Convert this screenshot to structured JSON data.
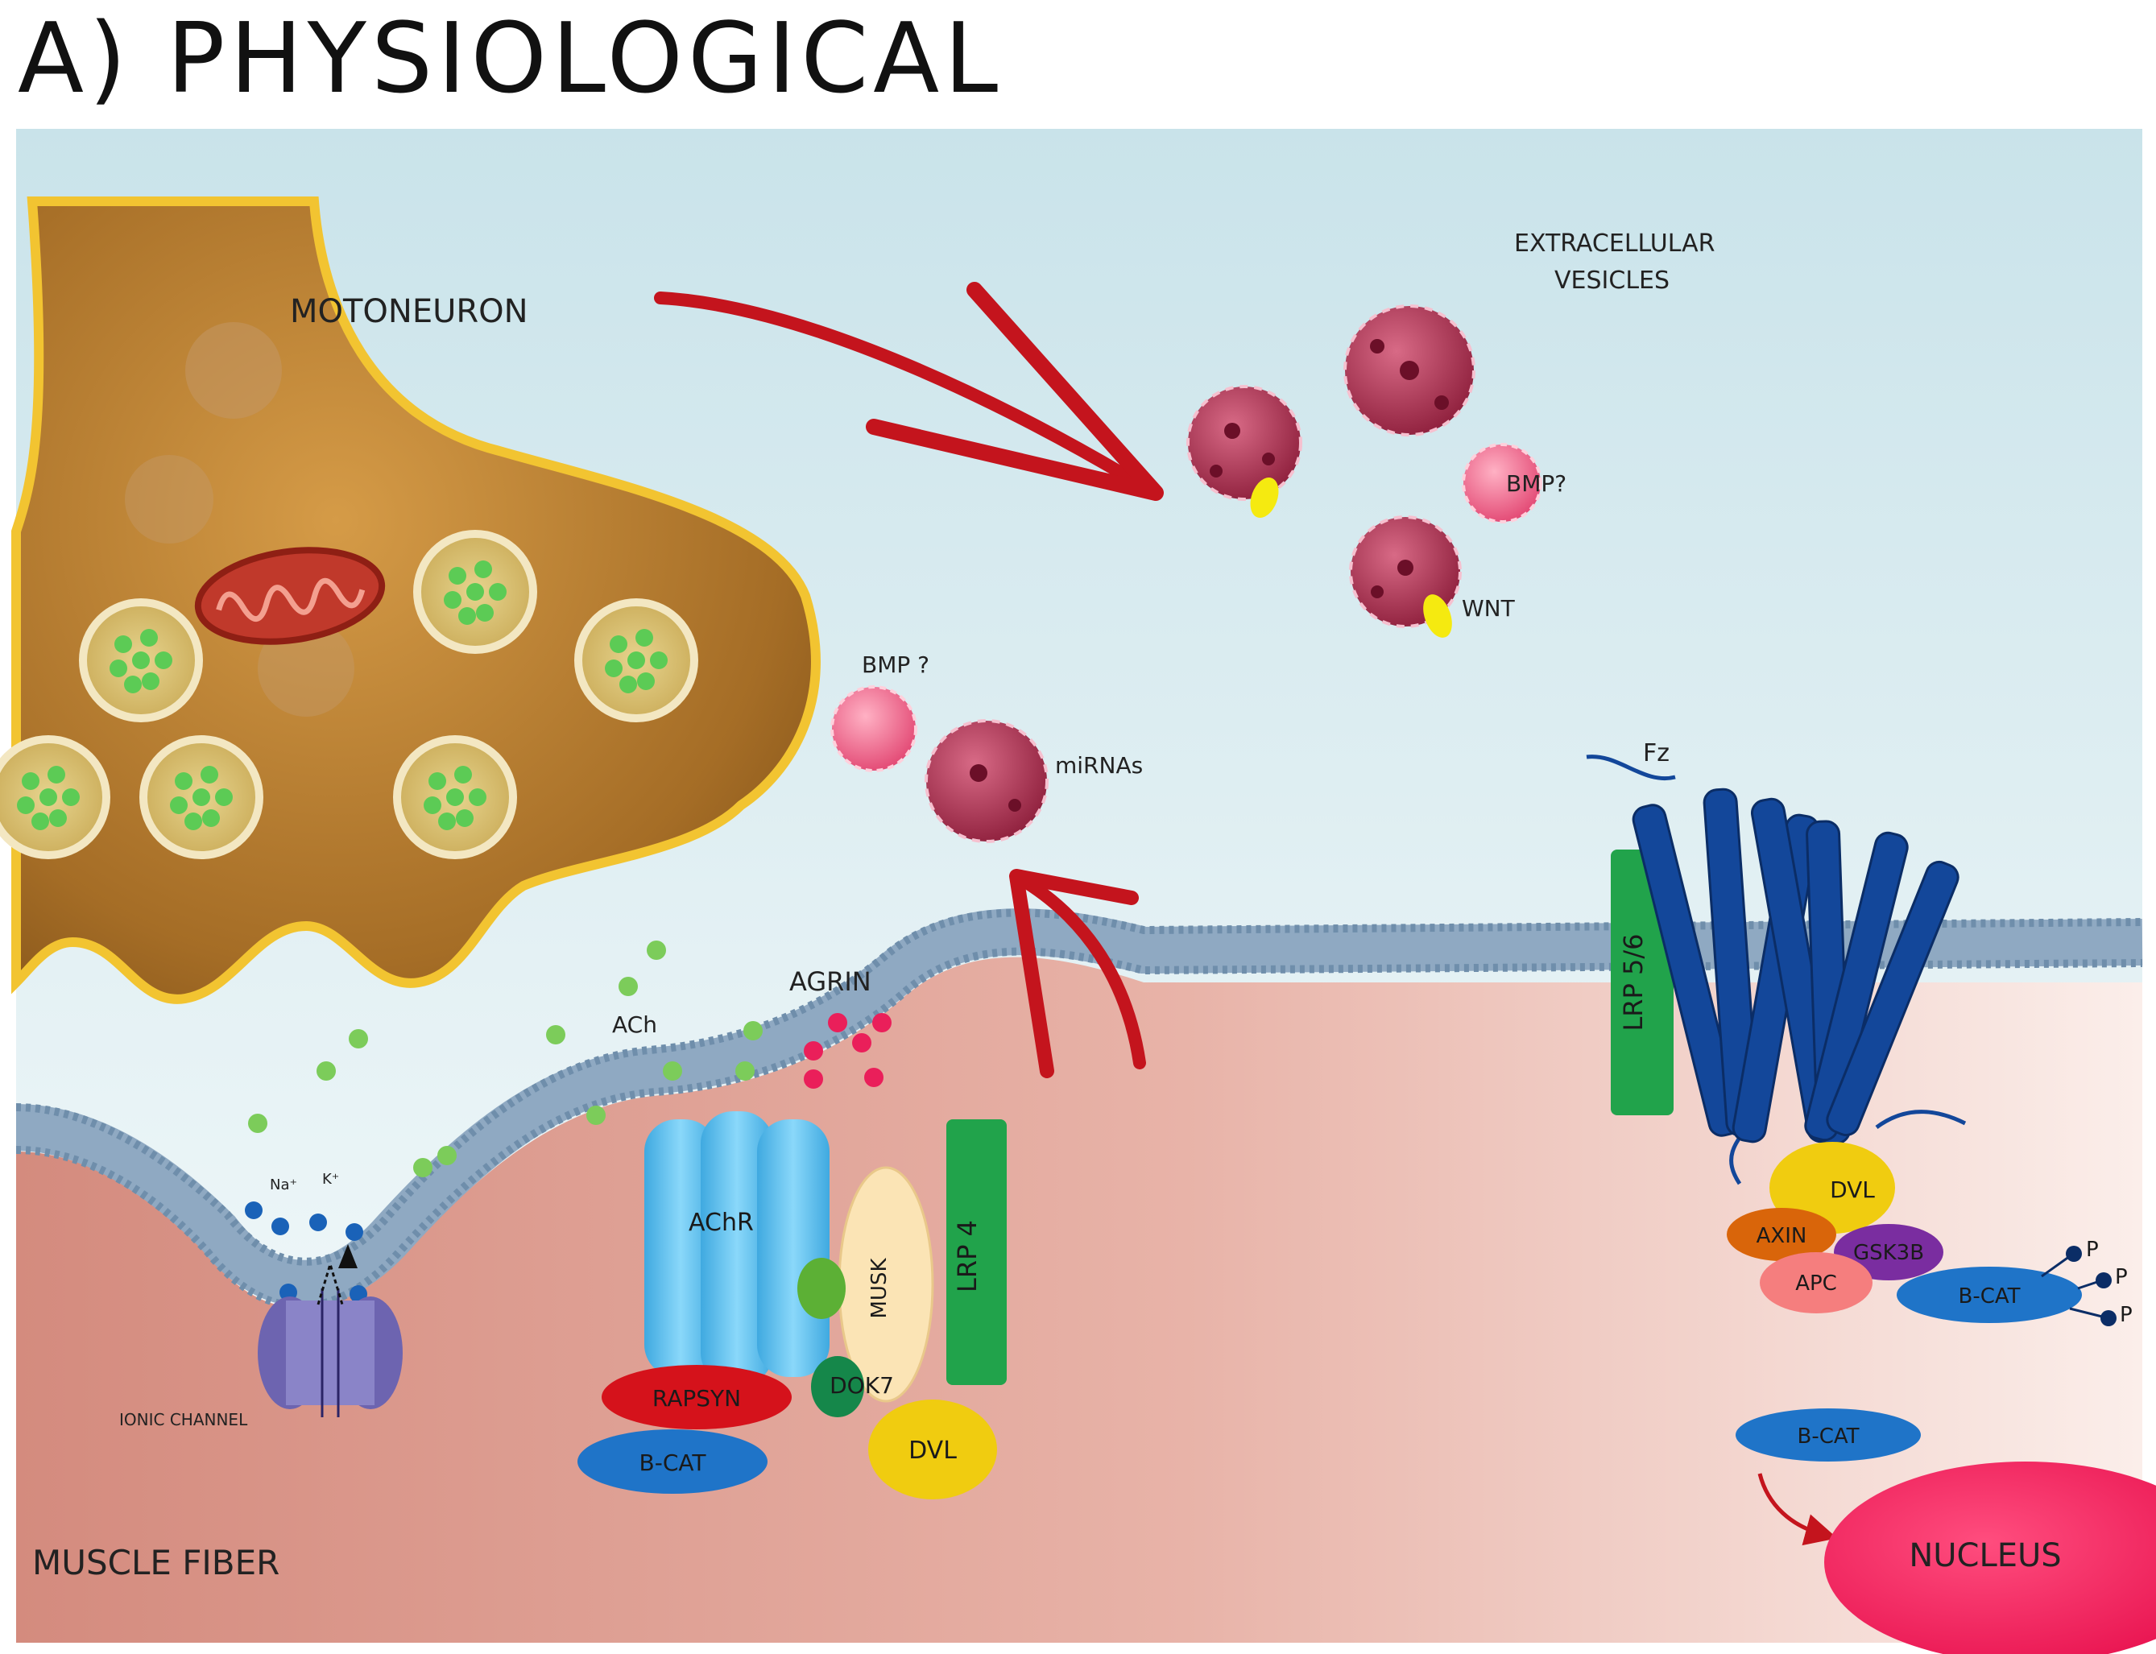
{
  "title": "A) PHYSIOLOGICAL",
  "labels": {
    "motoneuron": "MOTONEURON",
    "extracellular_vesicles_line1": "EXTRACELLULAR",
    "extracellular_vesicles_line2": "VESICLES",
    "bmp_top": "BMP?",
    "wnt": "WNT",
    "bmp_mid": "BMP ?",
    "mirnas": "miRNAs",
    "fz": "Fz",
    "agrin": "AGRIN",
    "ach": "ACh",
    "na": "Na⁺",
    "k": "K⁺",
    "ionic_channel": "IONIC CHANNEL",
    "muscle_fiber": "MUSCLE FIBER",
    "nucleus": "NUCLEUS"
  },
  "proteins": {
    "achr": "AChR",
    "musk": "MUSK",
    "lrp4": "LRP 4",
    "rapsyn": "RAPSYN",
    "bcat_left": "B-CAT",
    "dok7": "DOK7",
    "dvl_left": "DVL",
    "lrp56": "LRP 5/6",
    "dvl_right": "DVL",
    "axin": "AXIN",
    "gsk3b": "GSK3B",
    "apc": "APC",
    "bcat_phos": "B-CAT",
    "phospho": "P",
    "bcat_free": "B-CAT"
  },
  "colors": {
    "sky": "#cfe6ec",
    "muscle": "#d9968a",
    "membrane": "#8fa9c2",
    "neuron": "#b87a2a",
    "neuron_rim": "#f2c431",
    "vesicle": "#b0304e",
    "bmp": "#ee6a8a",
    "arrow": "#c4141d",
    "ach_dot": "#7ccc5a",
    "agrin_dot": "#ea1f5a",
    "ion_dot": "#1a62b8",
    "achr": "#55c1f0",
    "musk": "#fbe4b5",
    "lrp": "#21a34b",
    "rapsyn": "#d5121b",
    "bcat": "#1f74c8",
    "dok7": "#15874a",
    "dvl": "#f0cc10",
    "fz": "#13479a",
    "axin": "#d9650a",
    "gsk3b": "#7a2da0",
    "apc": "#f57e7e",
    "nucleus": "#f41e5b"
  }
}
